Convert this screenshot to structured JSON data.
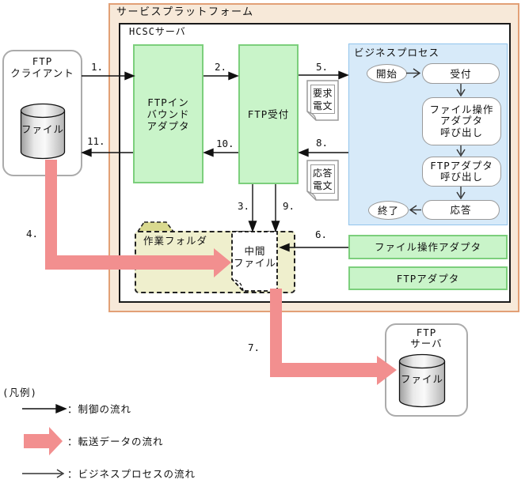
{
  "platform": {
    "title": "サービスプラットフォーム"
  },
  "hcsc": {
    "title": "HCSCサーバ"
  },
  "boxes": {
    "ftp_inbound": {
      "line1": "FTPイン",
      "line2": "バウンド",
      "line3": "アダプタ"
    },
    "ftp_reception": "FTP受付",
    "file_op_adapter": "ファイル操作アダプタ",
    "ftp_adapter": "FTPアダプタ"
  },
  "business_process": {
    "title": "ビジネスプロセス",
    "start": "開始",
    "reception": "受付",
    "file_op_call": {
      "line1": "ファイル操作",
      "line2": "アダプタ",
      "line3": "呼び出し"
    },
    "ftp_adapter_call": {
      "line1": "FTPアダプタ",
      "line2": "呼び出し"
    },
    "response": "応答",
    "end": "終了"
  },
  "documents": {
    "request": {
      "line1": "要求",
      "line2": "電文"
    },
    "response": {
      "line1": "応答",
      "line2": "電文"
    }
  },
  "work_folder": {
    "label": "作業フォルダ",
    "file": {
      "line1": "中間",
      "line2": "ファイル"
    }
  },
  "ftp_client": {
    "line1": "FTP",
    "line2": "クライアント",
    "file": "ファイル"
  },
  "ftp_server": {
    "line1": "FTP",
    "line2": "サーバ",
    "file": "ファイル"
  },
  "flow_numbers": {
    "n1": "1.",
    "n2": "2.",
    "n3": "3.",
    "n4": "4.",
    "n5": "5.",
    "n6": "6.",
    "n7": "7.",
    "n8": "8.",
    "n9": "9.",
    "n10": "10.",
    "n11": "11."
  },
  "legend": {
    "title": "(凡例)",
    "control": "：制御の流れ",
    "transfer": "：転送データの流れ",
    "process": "：ビジネスプロセスの流れ"
  },
  "colors": {
    "frame_bg": "#F7E9D9",
    "frame_border": "#E2A076",
    "green_bg": "#C9F4C9",
    "green_border": "#7CCF7C",
    "bp_bg": "#D7EAF9",
    "bp_border": "#92C4EC",
    "folder_bg": "#EFEFCD",
    "folder_tab": "#D9D98F",
    "pink_arrow": "#F28F8F",
    "black_arrow": "#111111"
  }
}
